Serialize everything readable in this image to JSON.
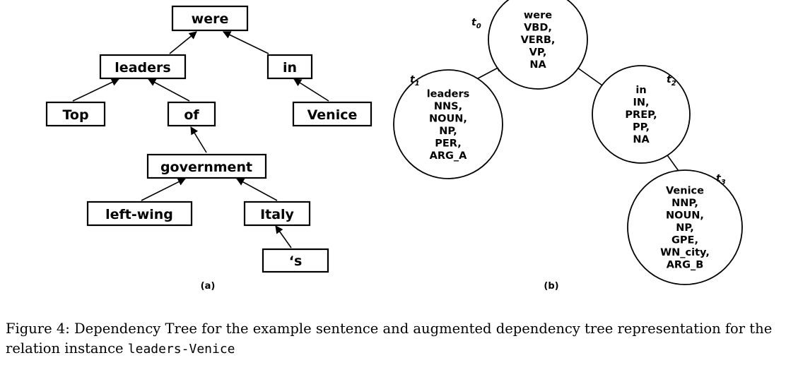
{
  "panel_a": {
    "label": "(a)",
    "nodes": {
      "were": "were",
      "leaders": "leaders",
      "in": "in",
      "top": "Top",
      "of": "of",
      "venice": "Venice",
      "government": "government",
      "left_wing": "left-wing",
      "italy": "Italy",
      "s": "‘s"
    }
  },
  "panel_b": {
    "label": "(b)",
    "nodes": [
      {
        "id": "t0",
        "t_label": "t",
        "t_sub": "0",
        "lines": [
          "were",
          "VBD,",
          "VERB,",
          "VP,",
          "NA"
        ]
      },
      {
        "id": "t1",
        "t_label": "t",
        "t_sub": "1",
        "lines": [
          "leaders",
          "NNS,",
          "NOUN,",
          "NP,",
          "PER,",
          "ARG_A"
        ]
      },
      {
        "id": "t2",
        "t_label": "t",
        "t_sub": "2",
        "lines": [
          "in",
          "IN,",
          "PREP,",
          "PP,",
          "NA"
        ]
      },
      {
        "id": "t3",
        "t_label": "t",
        "t_sub": "3",
        "lines": [
          "Venice",
          "NNP,",
          "NOUN,",
          "NP,",
          "GPE,",
          "WN_city,",
          "ARG_B"
        ]
      }
    ]
  },
  "caption": {
    "text": "Figure 4: Dependency Tree for the example sentence and augmented dependency tree representation for the relation instance ",
    "code": "leaders-Venice"
  }
}
